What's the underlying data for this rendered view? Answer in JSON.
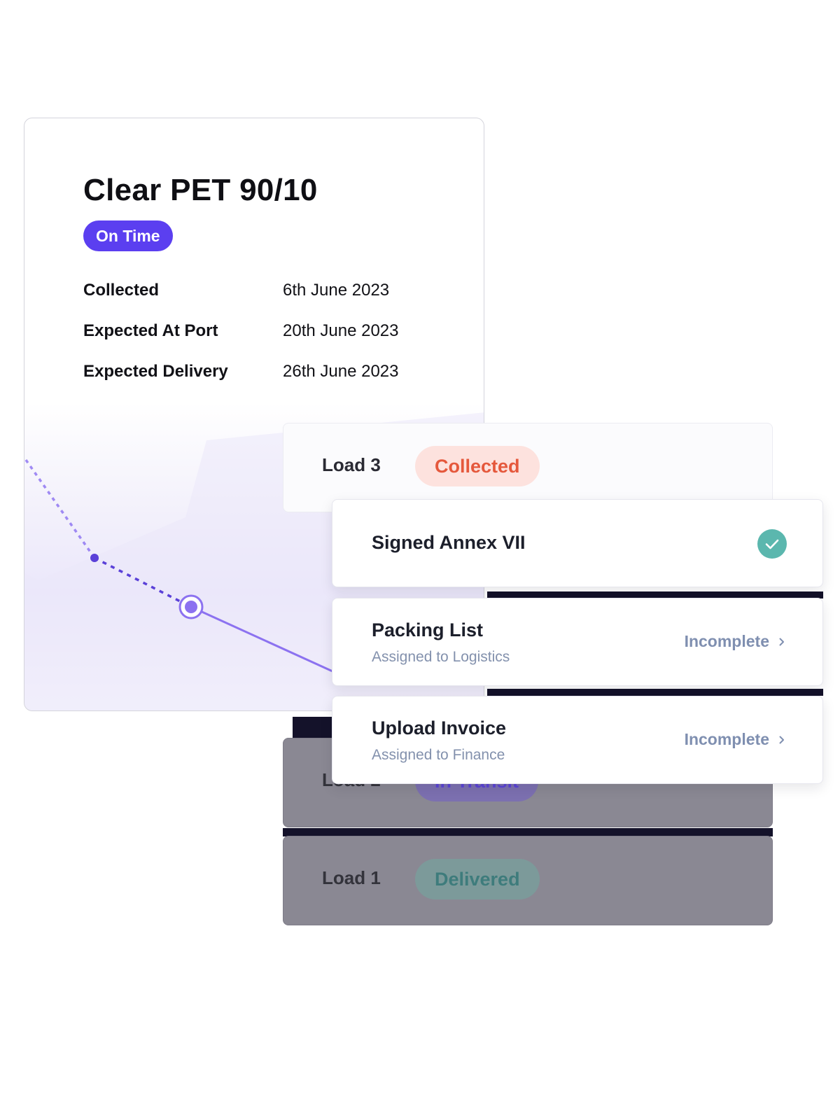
{
  "shipment": {
    "title": "Clear PET 90/10",
    "status_badge": "On Time",
    "dates": [
      {
        "label": "Collected",
        "value": "6th June 2023"
      },
      {
        "label": "Expected At Port",
        "value": "20th June 2023"
      },
      {
        "label": "Expected Delivery",
        "value": "26th June 2023"
      }
    ]
  },
  "loads": [
    {
      "label": "Load 3",
      "status": "Collected"
    },
    {
      "label": "Load 2",
      "status": "In Transit"
    },
    {
      "label": "Load 1",
      "status": "Delivered"
    }
  ],
  "documents": [
    {
      "title": "Signed Annex VII",
      "state_icon": "check-icon"
    },
    {
      "title": "Packing List",
      "subtitle": "Assigned to Logistics",
      "status": "Incomplete",
      "action_icon": "chevron-right-icon"
    },
    {
      "title": "Upload Invoice",
      "subtitle": "Assigned to Finance",
      "status": "Incomplete",
      "action_icon": "chevron-right-icon"
    }
  ],
  "colors": {
    "accent": "#5b3ff0",
    "collected_text": "#e5583c",
    "collected_bg": "#fde2de",
    "complete_check": "#5bb7ae",
    "incomplete_text": "#7f8fb0",
    "route_line": "#7a5cf0"
  }
}
